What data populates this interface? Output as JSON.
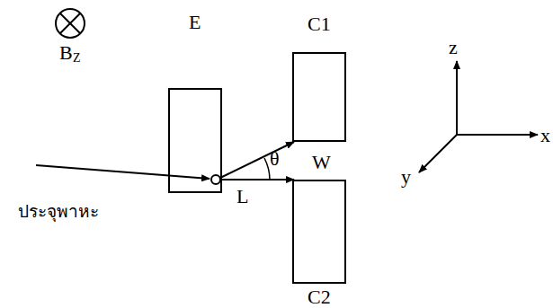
{
  "diagram": {
    "nodes": [
      {
        "text": [
          "E"
        ]
      },
      {
        "text": [
          "C1"
        ]
      },
      {
        "text": [
          "C2"
        ]
      }
    ],
    "labels": [
      "B",
      "Z",
      "ประจุพาหะ",
      "L",
      "θ",
      "W",
      "z",
      "x",
      "y"
    ]
  }
}
